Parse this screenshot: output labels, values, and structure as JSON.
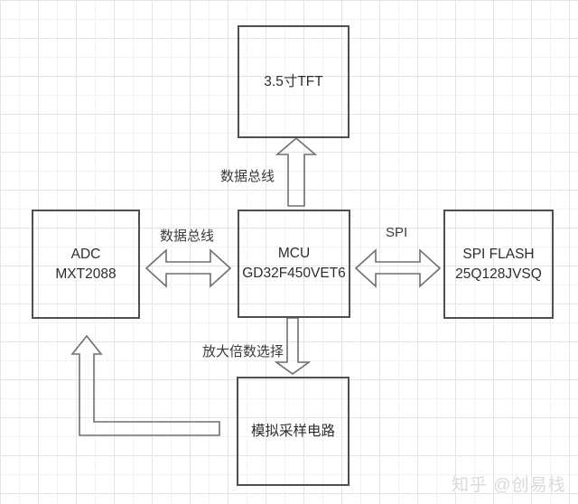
{
  "diagram": {
    "blocks": {
      "tft": {
        "label": "3.5寸TFT"
      },
      "adc": {
        "line1": "ADC",
        "line2": "MXT2088"
      },
      "mcu": {
        "line1": "MCU",
        "line2": "GD32F450VET6"
      },
      "flash": {
        "line1": "SPI FLASH",
        "line2": "25Q128JVSQ"
      },
      "analog": {
        "label": "模拟采样电路"
      }
    },
    "labels": {
      "bus_vertical": "数据总线",
      "bus_horizontal": "数据总线",
      "spi": "SPI",
      "gain_select": "放大倍数选择"
    },
    "connections": [
      {
        "from": "mcu",
        "to": "tft",
        "label": "数据总线",
        "style": "single-head-up"
      },
      {
        "from": "adc",
        "to": "mcu",
        "label": "数据总线",
        "style": "double-head"
      },
      {
        "from": "mcu",
        "to": "flash",
        "label": "SPI",
        "style": "double-head"
      },
      {
        "from": "mcu",
        "to": "analog",
        "label": "放大倍数选择",
        "style": "single-head-down"
      },
      {
        "from": "analog",
        "to": "adc",
        "label": "",
        "style": "elbow-single-head-up"
      }
    ],
    "colors": {
      "background": "#ffffff",
      "grid_major": "#e4e4e4",
      "grid_minor": "#f2f2f2",
      "box_border": "#4f4f4f",
      "arrow_stroke": "#6f6f6f",
      "text": "#2d2d2d",
      "watermark": "#dadada"
    }
  },
  "watermark": {
    "text": "知乎 @创易栈"
  }
}
